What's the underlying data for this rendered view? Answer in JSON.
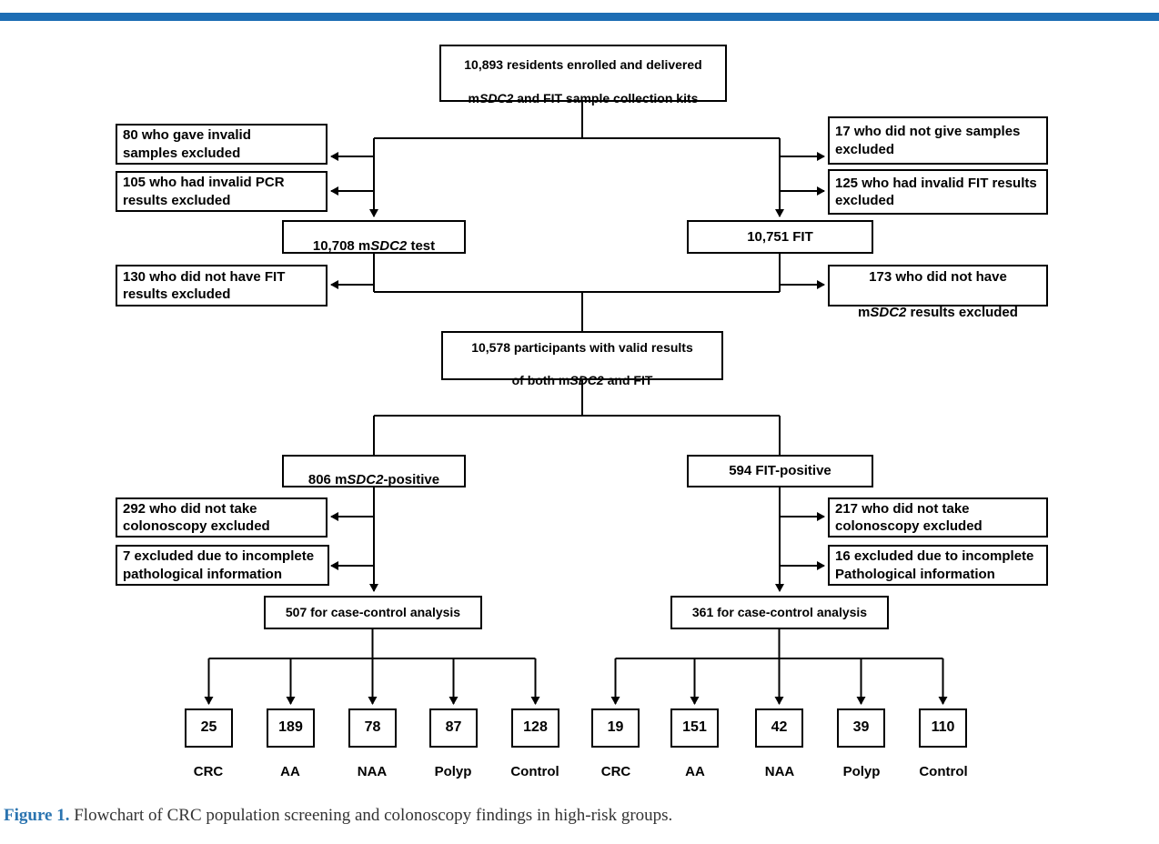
{
  "colors": {
    "top_bar": "#1d6db4",
    "figure_label": "#2b74b0",
    "line": "#000000"
  },
  "caption": {
    "label": "Figure 1.",
    "text": " Flowchart of CRC population screening and colonoscopy findings in high-risk groups."
  },
  "flow": {
    "enrolled": {
      "line1": "10,893 residents enrolled and delivered",
      "line2_pre": "m",
      "line2_it": "SDC2",
      "line2_post": " and FIT sample collection kits"
    },
    "excl_invalid_samples": "80 who gave invalid\nsamples excluded",
    "excl_invalid_pcr": "105 who had invalid PCR\nresults excluded",
    "excl_no_samples": "17 who did not give samples\nexcluded",
    "excl_invalid_fit": "125 who had invalid FIT results\nexcluded",
    "msdc2_test": {
      "pre": "10,708 m",
      "it": "SDC2",
      "post": " test"
    },
    "fit_test": "10,751 FIT",
    "excl_no_fit": "130 who did not have FIT\nresults excluded",
    "excl_no_msdc2": {
      "line1": "173 who did not have",
      "line2_pre": "m",
      "line2_it": "SDC2",
      "line2_post": " results excluded"
    },
    "valid": {
      "line1": "10,578 participants with valid results",
      "line2_pre": "of both m",
      "line2_it": "SDC2",
      "line2_post": " and FIT"
    },
    "msdc2_positive": {
      "pre": "806 m",
      "it": "SDC2",
      "post": "-positive"
    },
    "fit_positive": "594 FIT-positive",
    "excl_no_colonoscopy_left": "292 who did not take\ncolonoscopy excluded",
    "excl_incomplete_left": "7 excluded due to incomplete\npathological information",
    "excl_no_colonoscopy_right": "217 who did not take\ncolonoscopy excluded",
    "excl_incomplete_right": "16 excluded due to incomplete\nPathological information",
    "case_control_left": "507 for case-control analysis",
    "case_control_right": "361 for case-control analysis",
    "left_outcomes": {
      "values": [
        "25",
        "189",
        "78",
        "87",
        "128"
      ],
      "labels": [
        "CRC",
        "AA",
        "NAA",
        "Polyp",
        "Control"
      ]
    },
    "right_outcomes": {
      "values": [
        "19",
        "151",
        "42",
        "39",
        "110"
      ],
      "labels": [
        "CRC",
        "AA",
        "NAA",
        "Polyp",
        "Control"
      ]
    }
  }
}
